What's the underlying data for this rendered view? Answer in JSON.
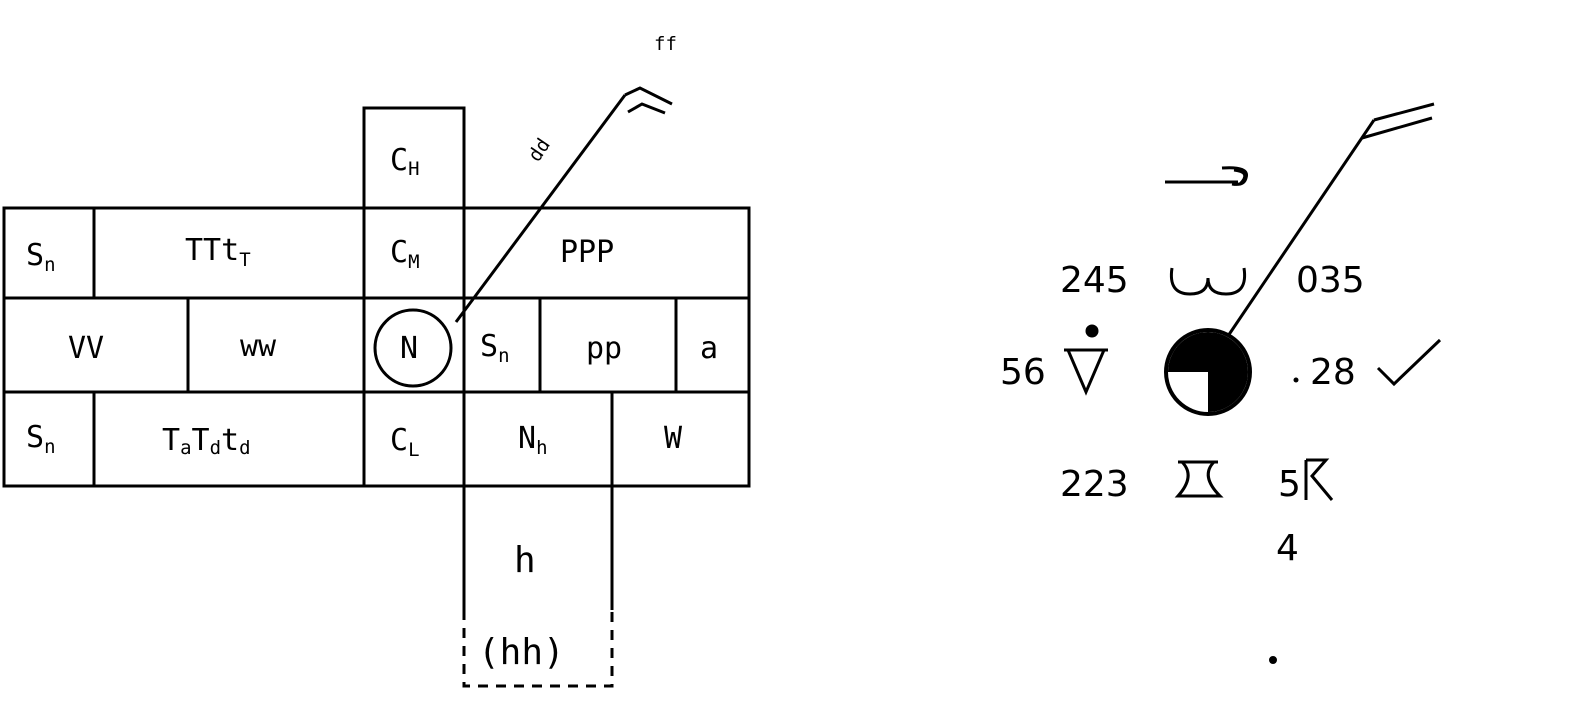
{
  "left_model": {
    "wind_speed_label": "ff",
    "wind_direction_label": "dd",
    "rows": {
      "top": {
        "ch": {
          "main": "C",
          "sub": "H"
        }
      },
      "row1": {
        "sn": {
          "main": "S",
          "sub": "n"
        },
        "ttt": {
          "main": "TTt",
          "sub": "T"
        },
        "cm": {
          "main": "C",
          "sub": "M"
        },
        "ppp": "PPP"
      },
      "row2": {
        "vv": "VV",
        "ww": "ww",
        "station": "N",
        "sn": {
          "main": "S",
          "sub": "n"
        },
        "pp": "pp",
        "a": "a"
      },
      "row3": {
        "sn": {
          "main": "S",
          "sub": "n"
        },
        "tdtd": {
          "main": "T",
          "sub1": "a",
          "mid": "T",
          "sub2": "d",
          "mid2": "t",
          "sub3": "d"
        },
        "cl": {
          "main": "C",
          "sub": "L"
        },
        "nh": {
          "main": "N",
          "sub": "h"
        },
        "w": "W"
      },
      "bottom": {
        "h": "h",
        "hh": "(hh)"
      }
    }
  },
  "right_example": {
    "values": {
      "upper_left": "245",
      "upper_right": "035",
      "mid_left": "56",
      "mid_right": "28",
      "lower_left": "223",
      "lower_right": "5",
      "lower_under": "4"
    },
    "icons": {
      "high_cloud": "cirrus-hook-icon",
      "weather_symbol": "omega-weather-icon",
      "visibility_symbol": "shower-triangle-icon",
      "station_circle": "cloud-cover-three-quarter-icon",
      "pressure_tendency": "check-tendency-icon",
      "low_cloud": "cumulus-symbol-icon",
      "past_weather": "thunderstorm-icon"
    },
    "cloud_cover_fraction": 0.75
  }
}
